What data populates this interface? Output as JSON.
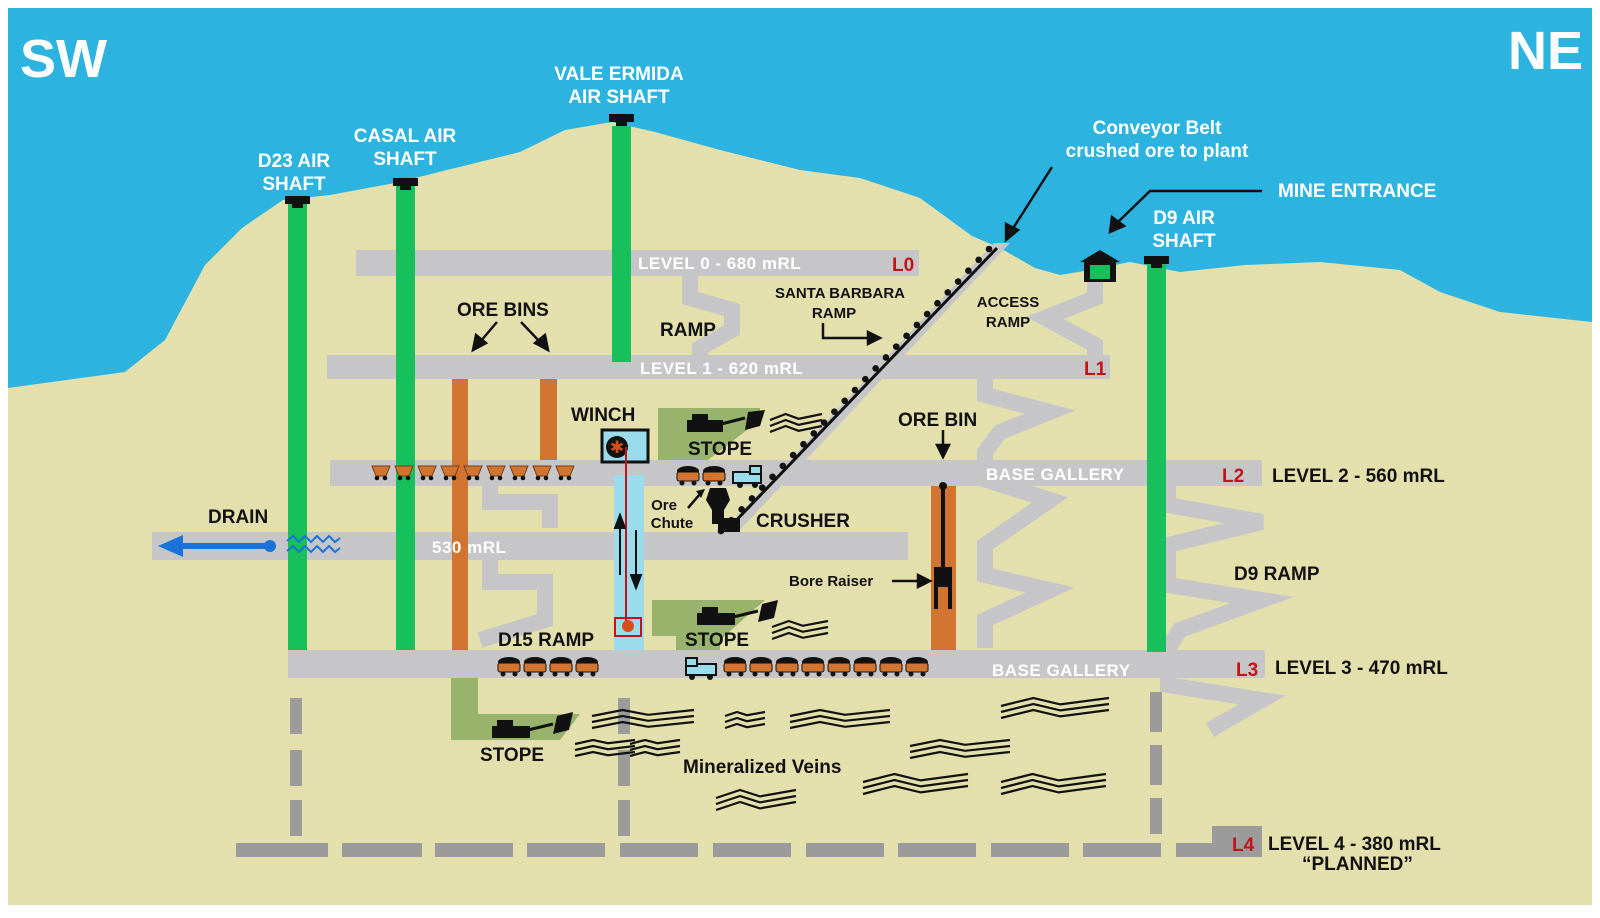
{
  "compass": {
    "sw": "SW",
    "ne": "NE"
  },
  "shafts": {
    "d23": [
      "D23 AIR",
      "SHAFT"
    ],
    "casal": [
      "CASAL AIR",
      "SHAFT"
    ],
    "vale": [
      "VALE ERMIDA",
      "AIR SHAFT"
    ],
    "d9": [
      "D9 AIR",
      "SHAFT"
    ]
  },
  "conveyor": [
    "Conveyor Belt",
    "crushed ore to plant"
  ],
  "mine_entrance": "MINE ENTRANCE",
  "levels": {
    "l0": {
      "text": "LEVEL 0 - 680 mRL",
      "code": "L0"
    },
    "l1": {
      "text": "LEVEL 1 - 620 mRL",
      "code": "L1"
    },
    "l2": {
      "inner": "BASE GALLERY",
      "code": "L2",
      "side": "LEVEL 2 - 560 mRL"
    },
    "mid": {
      "text": "530 mRL"
    },
    "l3": {
      "inner": "BASE GALLERY",
      "code": "L3",
      "side": "LEVEL 3 - 470 mRL"
    },
    "l4": {
      "code": "L4",
      "side": "LEVEL 4 - 380 mRL",
      "note": "“PLANNED”"
    }
  },
  "labels": {
    "ore_bins": "ORE BINS",
    "ramp": "RAMP",
    "santa_barbara": [
      "SANTA BARBARA",
      "RAMP"
    ],
    "access_ramp": [
      "ACCESS",
      "RAMP"
    ],
    "winch": "WINCH",
    "stope": "STOPE",
    "ore_bin": "ORE BIN",
    "ore_chute": [
      "Ore",
      "Chute"
    ],
    "crusher": "CRUSHER",
    "drain": "DRAIN",
    "bore_raiser": "Bore Raiser",
    "d9_ramp": "D9 RAMP",
    "d15_ramp": "D15 RAMP",
    "mineralized_veins": "Mineralized Veins"
  },
  "colors": {
    "sky": "#2db3e0",
    "ground": "#e4e0ad",
    "gallery": "#c6c6c8",
    "air_shaft": "#17c05a",
    "ore_bin": "#d07430",
    "stope_area": "#98b36c",
    "hoist": "#9bdcec",
    "drain_arrow": "#1a73d8",
    "level_code": "#c0141a"
  }
}
